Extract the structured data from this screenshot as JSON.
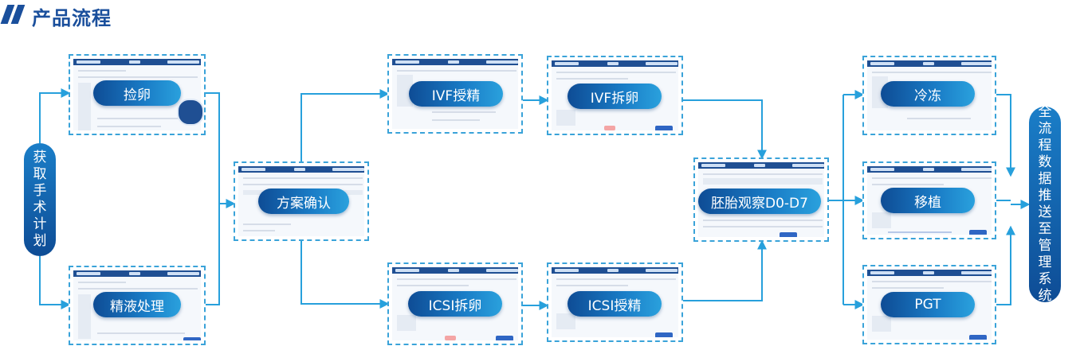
{
  "header": {
    "title": "产品流程"
  },
  "colors": {
    "brand": "#1a4f9c",
    "flow": "#27a0dc",
    "pill": "#1366b0"
  },
  "flow": {
    "start": {
      "chars": [
        "获",
        "取",
        "手",
        "术",
        "计",
        "划"
      ]
    },
    "end": {
      "chars": [
        "全",
        "流",
        "程",
        "数",
        "据",
        "推",
        "送",
        "至",
        "管",
        "理",
        "系",
        "统"
      ]
    },
    "steps": {
      "egg_retrieval": "捡卵",
      "semen_processing": "精液处理",
      "plan_confirm": "方案确认",
      "ivf_insemination": "IVF授精",
      "ivf_denude": "IVF拆卵",
      "icsi_denude": "ICSI拆卵",
      "icsi_insemination": "ICSI授精",
      "embryo_observe": "胚胎观察D0-D7",
      "freeze": "冷冻",
      "transfer": "移植",
      "pgt": "PGT"
    }
  }
}
